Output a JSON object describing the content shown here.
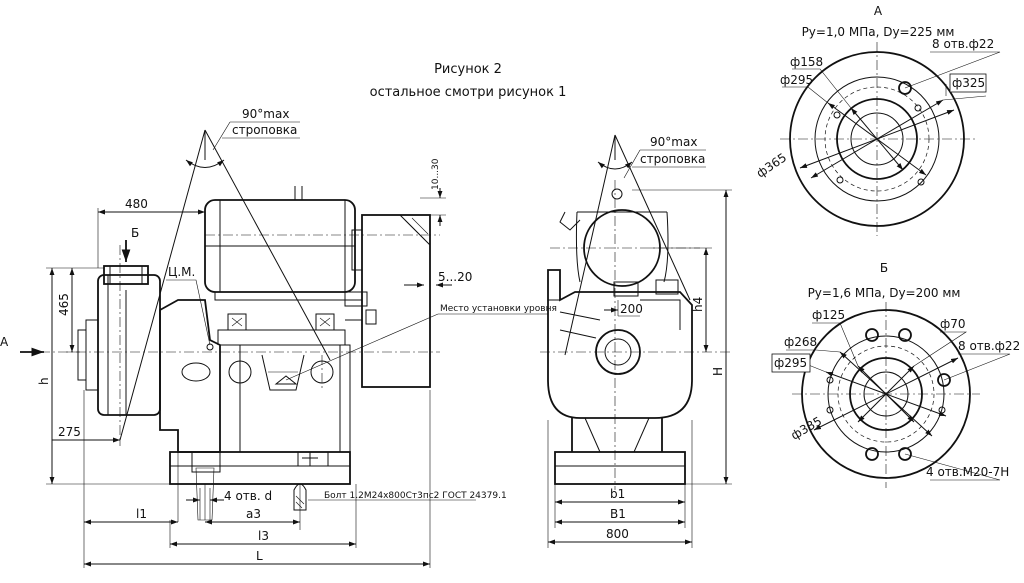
{
  "figure": {
    "title": "Рисунок 2",
    "subtitle": "остальное смотри рисунок 1"
  },
  "front_view": {
    "lift_angle": "90°max",
    "lift_label": "строповка",
    "view_arrow_a": "A",
    "view_arrow_b": "Б",
    "dim_480": "480",
    "dim_465": "465",
    "dim_275": "275",
    "dim_h": "h",
    "dim_10_30": "10...30",
    "dim_5_20": "5...20",
    "cm_label": "Ц.М.",
    "level_label": "Место установки уровня",
    "holes_label": "4 отв. d",
    "bolt_label": "Болт 1.2М24х800Ст3пс2 ГОСТ 24379.1",
    "dim_l1": "l1",
    "dim_a3": "a3",
    "dim_l3": "l3",
    "dim_L": "L"
  },
  "side_view": {
    "lift_angle": "90°max",
    "lift_label": "строповка",
    "dim_200": "200",
    "dim_h4": "h4",
    "dim_H": "H",
    "dim_b1": "b1",
    "dim_B1": "B1",
    "dim_800": "800"
  },
  "flange_a": {
    "letter": "A",
    "spec": "Ру=1,0 МПа, Dу=225 мм",
    "holes": "8 отв.ф22",
    "d158": "ф158",
    "d295": "ф295",
    "d325": "ф325",
    "d365": "ф365"
  },
  "flange_b": {
    "letter": "Б",
    "spec": "Ру=1,6 МПа, Dу=200 мм",
    "d125": "ф125",
    "d70": "ф70",
    "d268": "ф268",
    "holes8": "8 отв.ф22",
    "d295": "ф295",
    "d335": "ф335",
    "holes4": "4 отв.М20-7Н"
  }
}
